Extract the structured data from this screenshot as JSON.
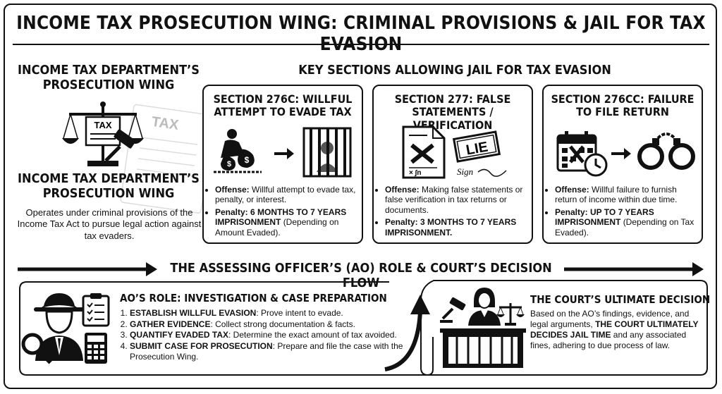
{
  "title": "INCOME TAX PROSECUTION WING: CRIMINAL PROVISIONS & JAIL FOR TAX EVASION",
  "left_panel": {
    "heading_top": [
      "INCOME TAX DEPARTMENT’S",
      "PROSECUTION WING"
    ],
    "emblem_label": "TAX",
    "watermark_label": "TAX",
    "heading_bottom": [
      "INCOME TAX DEPARTMENT’S",
      "PROSECUTION WING"
    ],
    "description": "Operates under criminal provisions of the Income Tax Act to pursue legal action against tax evaders."
  },
  "sections_heading": "KEY SECTIONS ALLOWING JAIL FOR TAX EVASION",
  "sections": [
    {
      "title": [
        "SECTION 276C: WILLFUL",
        "ATTEMPT TO EVADE TAX"
      ],
      "offense_label": "Offense:",
      "offense_text": "Willful attempt to evade tax, penalty, or interest.",
      "penalty_label": "Penalty: 6 MONTHS TO 7 YEARS IMPRISONMENT",
      "penalty_text": "(Depending on Amount Evaded)."
    },
    {
      "title": [
        "SECTION 277: FALSE",
        "STATEMENTS / VERIFICATION"
      ],
      "offense_label": "Offense:",
      "offense_text": "Making false statements or false verification in tax returns or documents.",
      "penalty_label": "Penalty: 3 MONTHS TO 7 YEARS IMPRISONMENT.",
      "penalty_text": "",
      "stamp_text": "LIE",
      "sign_text": "Sign"
    },
    {
      "title": [
        "SECTION 276CC: FAILURE",
        "TO FILE RETURN"
      ],
      "offense_label": "Offense:",
      "offense_text": "Willful failure to furnish return of income within due time.",
      "penalty_label": "Penalty: UP TO 7 YEARS IMPRISONMENT",
      "penalty_text": "(Depending on Tax Evaded)."
    }
  ],
  "flow_title": "THE ASSESSING OFFICER’S (AO) ROLE & COURT’S DECISION FLOW",
  "ao": {
    "title": "AO’S ROLE: INVESTIGATION & CASE PREPARATION",
    "steps": [
      {
        "bold": "ESTABLISH WILLFUL EVASION",
        "text": ": Prove intent to evade."
      },
      {
        "bold": "GATHER EVIDENCE",
        "text": ": Collect strong documentation & facts."
      },
      {
        "bold": "QUANTIFY EVADED TAX",
        "text": ": Determine the exact amount of tax avoided."
      },
      {
        "bold": "SUBMIT CASE FOR PROSECUTION",
        "text": ": Prepare and file the case with the Prosecution Wing."
      }
    ]
  },
  "court": {
    "title": "THE COURT’S ULTIMATE DECISION",
    "text_before": "Based on the AO’s findings, evidence, and legal arguments, ",
    "text_bold": "THE COURT ULTIMATELY DECIDES JAIL TIME",
    "text_after": " and any associated fines, adhering to due process of law."
  },
  "icons": [
    "scales-of-justice-icon",
    "gavel-icon",
    "money-bags-icon",
    "jail-cell-icon",
    "false-document-icon",
    "lie-stamp-icon",
    "calendar-x-icon",
    "clock-icon",
    "handcuffs-icon",
    "detective-icon",
    "magnifier-icon",
    "clipboard-icon",
    "calculator-icon",
    "judge-icon",
    "court-bench-icon"
  ]
}
